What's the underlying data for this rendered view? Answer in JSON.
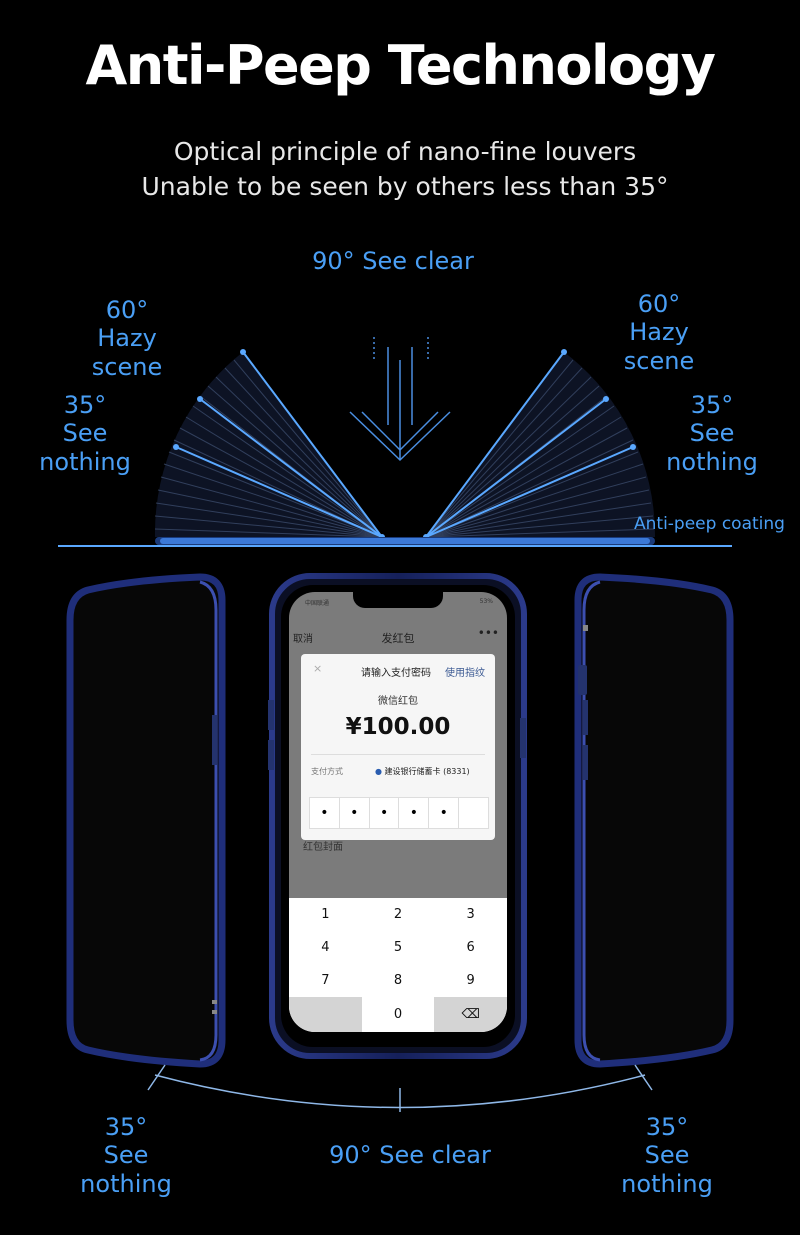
{
  "title": "Anti-Peep Technology",
  "subtitle_line1": "Optical principle of nano-fine louvers",
  "subtitle_line2": "Unable to be seen by others less than 35°",
  "angles": {
    "top_label": "90° See clear",
    "left_60_deg": "60°",
    "left_60_text": "Hazy scene",
    "right_60_deg": "60°",
    "right_60_text": "Hazy scene",
    "left_35_deg": "35°",
    "left_35_text": "See nothing",
    "right_35_deg": "35°",
    "right_35_text": "See nothing",
    "coating": "Anti-peep coating"
  },
  "bottom": {
    "left_deg": "35°",
    "left_text": "See nothing",
    "center": "90° See clear",
    "right_deg": "35°",
    "right_text": "See nothing"
  },
  "phone": {
    "status_left": "中国联通",
    "status_right": "53%",
    "nav_cancel": "取消",
    "nav_title": "发红包",
    "nav_more": "•••",
    "dialog_close": "×",
    "dialog_title": "请输入支付密码",
    "dialog_fingerprint": "使用指纹",
    "dialog_sub": "微信红包",
    "amount": "¥100.00",
    "pay_method_label": "支付方式",
    "pay_card": "建设银行储蓄卡 (8331)",
    "pin_dots": [
      "•",
      "•",
      "•",
      "•",
      "•",
      ""
    ],
    "below_text": "红包封面",
    "keys": [
      "1",
      "2",
      "3",
      "4",
      "5",
      "6",
      "7",
      "8",
      "9",
      "",
      "0",
      "⌫"
    ]
  },
  "colors": {
    "accent": "#4a9ff5",
    "frame": "#1d2a6e",
    "background": "#000000"
  }
}
